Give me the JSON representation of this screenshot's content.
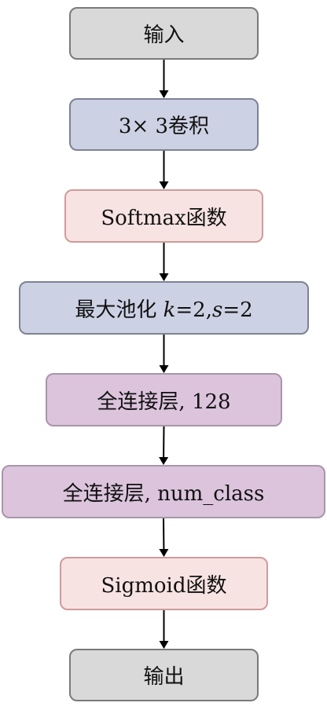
{
  "nodes": [
    {
      "id": "n1",
      "label": "输入",
      "kind": "input"
    },
    {
      "id": "n2",
      "label": "3× 3卷积",
      "kind": "conv"
    },
    {
      "id": "n3",
      "label": "Softmax函数",
      "kind": "activation"
    },
    {
      "id": "n4",
      "label_prefix": "最大池化 ",
      "k_var": "k",
      "k_val": "=2,",
      "s_var": "s",
      "s_val": "=2",
      "kind": "pool"
    },
    {
      "id": "n5",
      "label": "全连接层, 128",
      "kind": "fc"
    },
    {
      "id": "n6",
      "label": "全连接层, num_class",
      "kind": "fc"
    },
    {
      "id": "n7",
      "label": "Sigmoid函数",
      "kind": "activation"
    },
    {
      "id": "n8",
      "label": "输出",
      "kind": "output"
    }
  ],
  "edges": [
    {
      "from": "n1",
      "to": "n2"
    },
    {
      "from": "n2",
      "to": "n3"
    },
    {
      "from": "n3",
      "to": "n4"
    },
    {
      "from": "n4",
      "to": "n5"
    },
    {
      "from": "n5",
      "to": "n6"
    },
    {
      "from": "n6",
      "to": "n7"
    },
    {
      "from": "n7",
      "to": "n8"
    }
  ],
  "colors": {
    "input_output": "#d9d9d9",
    "conv_pool": "#cdd1e4",
    "activation": "#f8e3e3",
    "fully_connected": "#dcc4dd",
    "arrow": "#000000"
  }
}
